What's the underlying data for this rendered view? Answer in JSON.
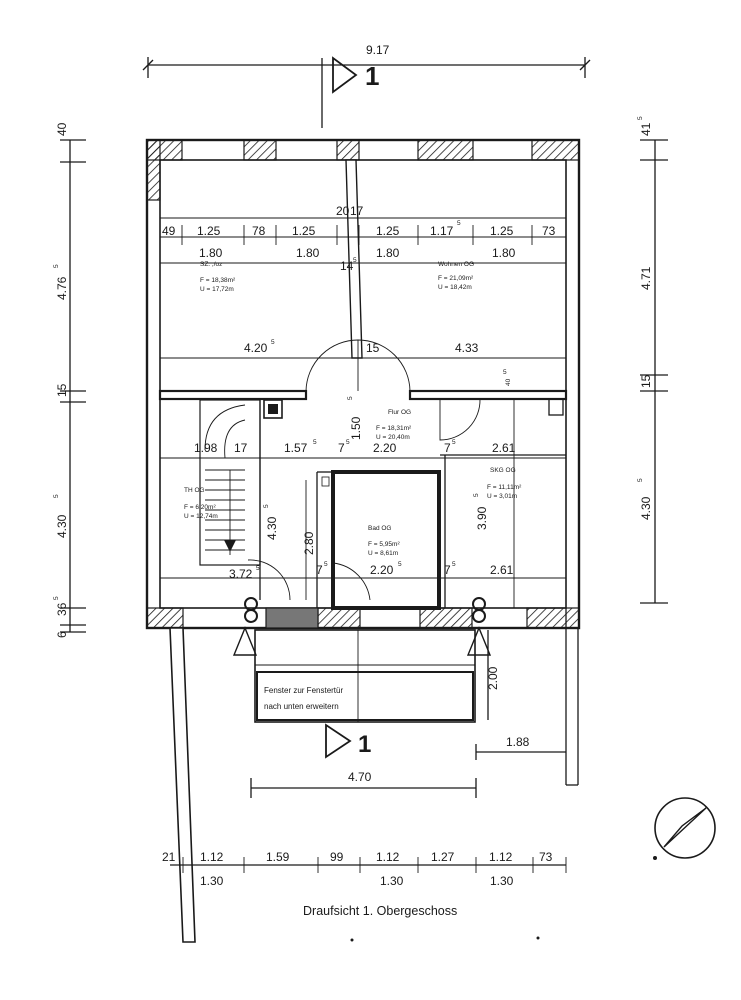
{
  "caption": "Draufsicht 1. Obergeschoss",
  "dimensions": {
    "top_total": "9.17",
    "top_segments": [
      "49",
      "1.25",
      "78",
      "1.25",
      "1.80",
      "1.80",
      "1.80",
      "1.80",
      "20",
      "17",
      "1.25",
      "1.17",
      "5",
      "1.25",
      "73"
    ],
    "wall_14": "14",
    "wall_5": "5",
    "mid_420": "4.20",
    "mid_420_sup": "5",
    "mid_15": "15",
    "mid_433": "4.33",
    "left_40": "40",
    "left_476": "4.76",
    "left_476_sup": "5",
    "left_15": "15",
    "left_430": "4.30",
    "left_430_sup": "5",
    "left_36": "36",
    "left_36_sup": "5",
    "left_6": "6",
    "right_41": "41",
    "right_41_sup": "5",
    "right_471": "4.71",
    "right_15": "15",
    "right_430": "4.30",
    "right_430_sup": "5",
    "inner_40": "40",
    "inner_40_sup": "5",
    "v_150": "1.50",
    "v_150_sup": "5",
    "d_198": "1.98",
    "d_17": "17",
    "d_157": "1.57",
    "d_157_sup": "5",
    "d_7a": "7",
    "d_7a_sup": "5",
    "d_220a": "2.20",
    "d_7b": "7",
    "d_7b_sup": "5",
    "d_261a": "2.61",
    "v_430": "4.30",
    "v_430_sup": "5",
    "v_280": "2.80",
    "v_390": "3.90",
    "v_390_sup": "5",
    "d_372": "3.72",
    "d_372_sup": "5",
    "d_7c": "7",
    "d_7c_sup": "5",
    "d_220b": "2.20",
    "d_220b_sup": "5",
    "d_7d": "7",
    "d_7d_sup": "5",
    "d_261b": "2.61",
    "v_200": "2.00",
    "d_188": "1.88",
    "d_470": "4.70",
    "bottom_segments": [
      "21",
      "1.12",
      "1.59",
      "99",
      "1.12",
      "1.27",
      "1.12",
      "73"
    ],
    "bottom_130": [
      "1.30",
      "1.30",
      "1.30"
    ]
  },
  "rooms": {
    "sz": {
      "name": "SZ. ,/oz",
      "area": "F = 18,38m²",
      "perimeter": "U = 17,72m"
    },
    "wohnen": {
      "name": "Wohnen OG",
      "area": "F = 21,09m²",
      "perimeter": "U = 18,42m"
    },
    "flur": {
      "name": "Flur OG",
      "area": "F = 18,31m²",
      "perimeter": "U = 20,40m"
    },
    "skg": {
      "name": "SKG OG",
      "area": "F = 11,11m²",
      "perimeter": "U = 3,01m"
    },
    "th": {
      "name": "TH OG",
      "area": "F = 6,20m²",
      "perimeter": "U = 12,74m"
    },
    "bad": {
      "name": "Bad OG",
      "area": "F = 5,95m²",
      "perimeter": "U = 8,61m"
    }
  },
  "note": {
    "line1": "Fenster zur Fenstertür",
    "line2": "nach unten erweitern"
  },
  "section_marker": "1",
  "icons": [
    "section-arrow-icon",
    "north-arrow-icon",
    "staircase-icon",
    "chimney-icon"
  ]
}
